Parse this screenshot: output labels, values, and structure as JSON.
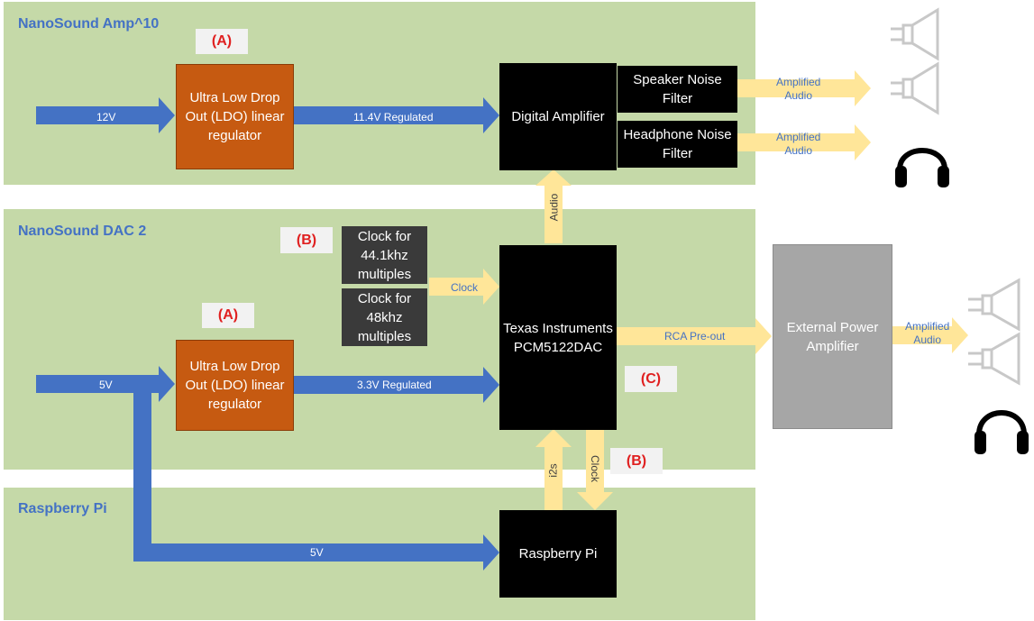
{
  "sections": {
    "amp": "NanoSound Amp^10",
    "dac": "NanoSound DAC 2",
    "pi": "Raspberry Pi"
  },
  "badges": {
    "amp_a": "(A)",
    "dac_a": "(A)",
    "dac_b_top": "(B)",
    "dac_b_bottom": "(B)",
    "dac_c": "(C)"
  },
  "blocks": {
    "ldo_amp": "Ultra Low Drop Out (LDO) linear regulator",
    "digital_amp": "Digital Amplifier",
    "speaker_filter": "Speaker Noise Filter",
    "headphone_filter": "Headphone Noise Filter",
    "ldo_dac": "Ultra Low Drop Out (LDO) linear regulator",
    "clock_441": "Clock for 44.1khz multiples",
    "clock_48": "Clock for 48khz multiples",
    "ti_dac": "Texas Instruments PCM5122DAC",
    "ext_amp": "External Power Amplifier",
    "rpi": "Raspberry Pi"
  },
  "labels": {
    "v12": "12V",
    "v114": "11.4V Regulated",
    "v5_dac": "5V",
    "v33": "3.3V Regulated",
    "v5_pi": "5V",
    "clock_in": "Clock",
    "audio_up": "Audio",
    "rca": "RCA Pre-out",
    "i2s": "i2s",
    "clock_down": "Clock",
    "amplified": "Amplified",
    "audio": "Audio"
  },
  "colors": {
    "panel": "#c5d9a8",
    "blue_arrow": "#4472c4",
    "yellow_arrow": "#ffe699",
    "ldo": "#c65a11",
    "badge_text": "#e02020"
  },
  "icons": [
    "speaker-icon",
    "headphones-icon"
  ]
}
